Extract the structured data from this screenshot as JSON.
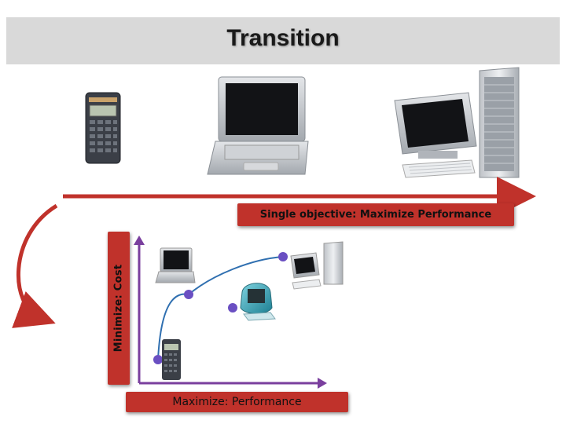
{
  "title": "Transition",
  "top_axis": {
    "label": "Single objective: Maximize Performance"
  },
  "chart": {
    "x_label": "Maximize: Performance",
    "y_label": "Minimize: Cost"
  },
  "colors": {
    "accent_red": "#c0322b",
    "point_purple": "#6a4fc2",
    "title_bar": "#d9d9d9"
  },
  "icons": [
    "calculator-icon",
    "laptop-icon",
    "desktop-computer-icon",
    "imac-icon"
  ]
}
